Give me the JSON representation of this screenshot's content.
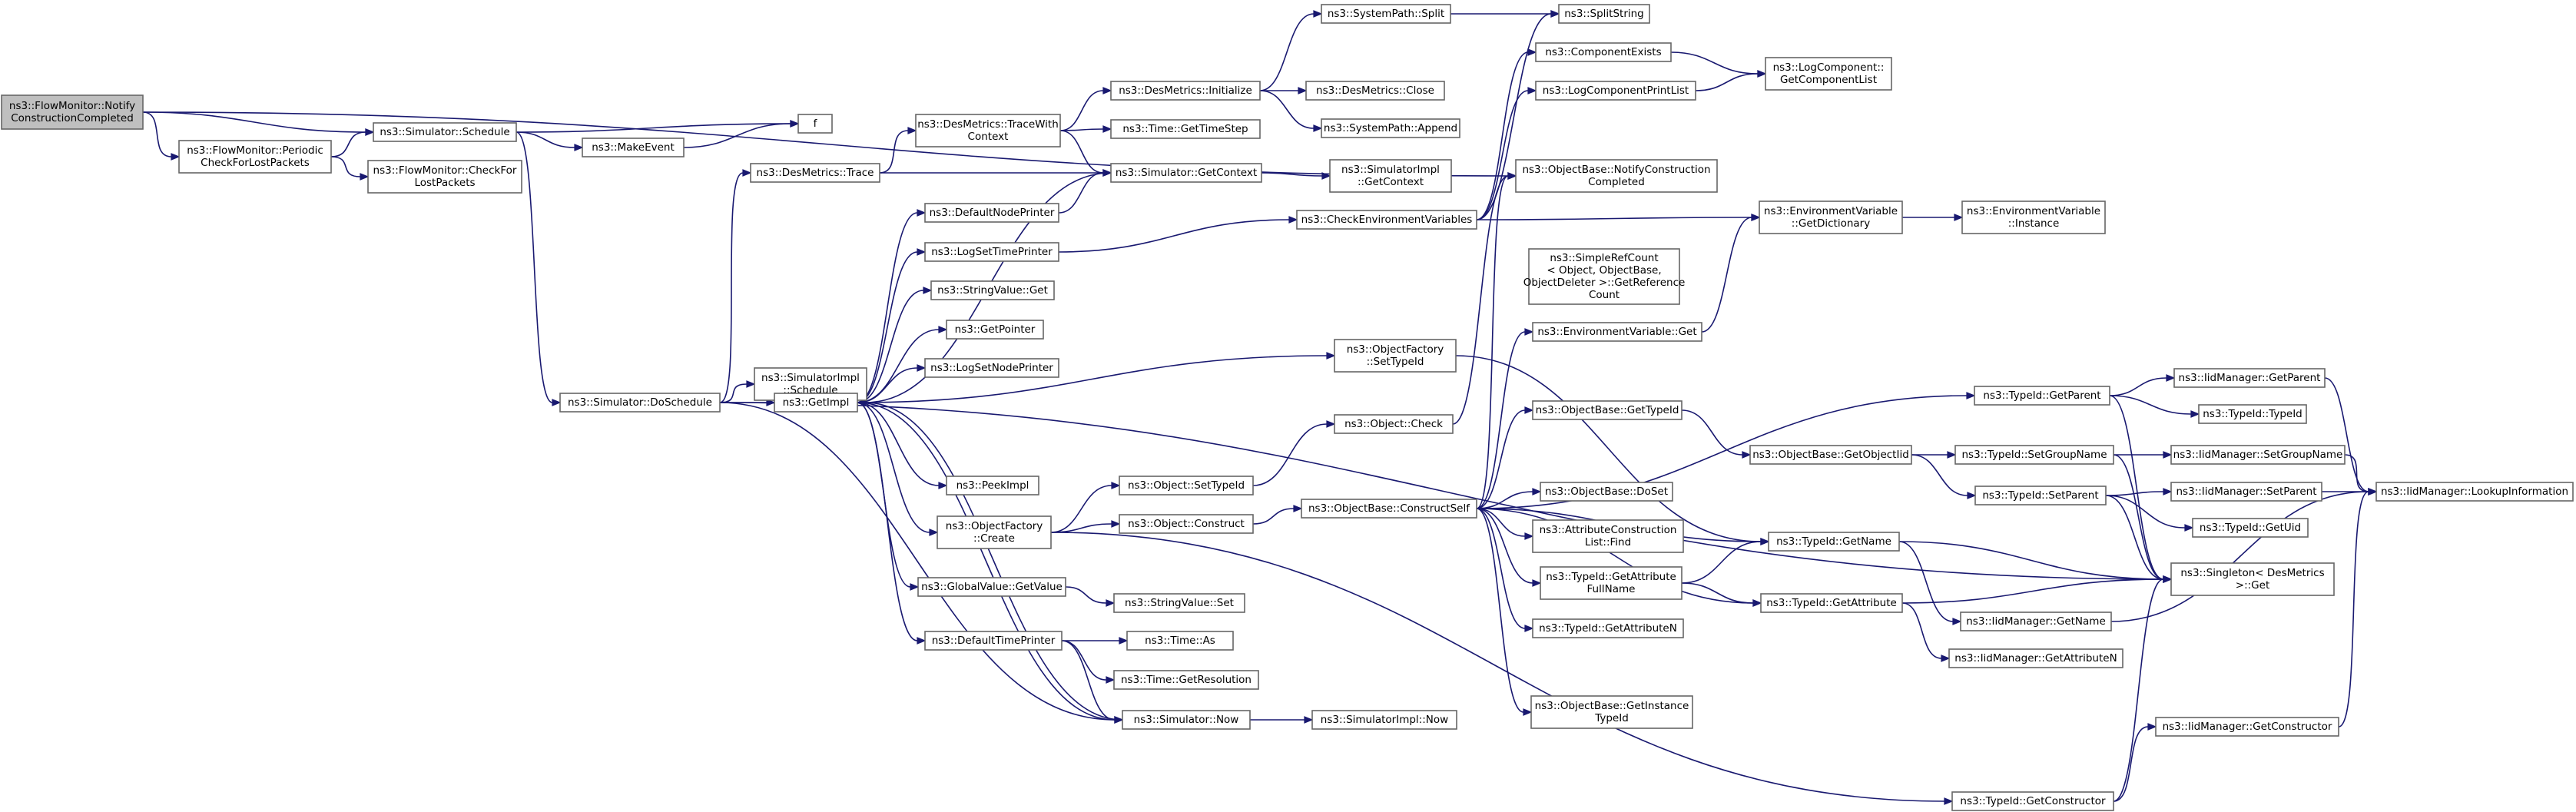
{
  "graph": {
    "edge_color": "#191970",
    "node_border_color": "#666666",
    "root_fill_color": "#bfbfbf",
    "nodes": [
      {
        "id": "n_root",
        "lines": [
          "ns3::FlowMonitor::Notify",
          "ConstructionCompleted"
        ]
      },
      {
        "id": "n_periodic",
        "lines": [
          "ns3::FlowMonitor::Periodic",
          "CheckForLostPackets"
        ]
      },
      {
        "id": "n_schedule",
        "lines": [
          "ns3::Simulator::Schedule"
        ]
      },
      {
        "id": "n_checkfor",
        "lines": [
          "ns3::FlowMonitor::CheckFor",
          "LostPackets"
        ]
      },
      {
        "id": "n_f",
        "lines": [
          "f"
        ]
      },
      {
        "id": "n_makeevent",
        "lines": [
          "ns3::MakeEvent"
        ]
      },
      {
        "id": "n_doschedule",
        "lines": [
          "ns3::Simulator::DoSchedule"
        ]
      },
      {
        "id": "n_trace",
        "lines": [
          "ns3::DesMetrics::Trace"
        ]
      },
      {
        "id": "n_tracewith",
        "lines": [
          "ns3::DesMetrics::TraceWith",
          "Context"
        ]
      },
      {
        "id": "n_init",
        "lines": [
          "ns3::DesMetrics::Initialize"
        ]
      },
      {
        "id": "n_gettimestep",
        "lines": [
          "ns3::Time::GetTimeStep"
        ]
      },
      {
        "id": "n_getcontext",
        "lines": [
          "ns3::Simulator::GetContext"
        ]
      },
      {
        "id": "n_split",
        "lines": [
          "ns3::SystemPath::Split"
        ]
      },
      {
        "id": "n_close",
        "lines": [
          "ns3::DesMetrics::Close"
        ]
      },
      {
        "id": "n_append",
        "lines": [
          "ns3::SystemPath::Append"
        ]
      },
      {
        "id": "n_simimplgetcontext",
        "lines": [
          "ns3::SimulatorImpl",
          "::GetContext"
        ]
      },
      {
        "id": "n_splitstring",
        "lines": [
          "ns3::SplitString"
        ]
      },
      {
        "id": "n_compexists",
        "lines": [
          "ns3::ComponentExists"
        ]
      },
      {
        "id": "n_logcompprint",
        "lines": [
          "ns3::LogComponentPrintList"
        ]
      },
      {
        "id": "n_getcomplist",
        "lines": [
          "ns3::LogComponent::",
          "GetComponentList"
        ]
      },
      {
        "id": "n_notifyconst",
        "lines": [
          "ns3::ObjectBase::NotifyConstruction",
          "Completed"
        ]
      },
      {
        "id": "n_checkenv",
        "lines": [
          "ns3::CheckEnvironmentVariables"
        ]
      },
      {
        "id": "n_envgetdict",
        "lines": [
          "ns3::EnvironmentVariable",
          "::GetDictionary"
        ]
      },
      {
        "id": "n_envinstance",
        "lines": [
          "ns3::EnvironmentVariable",
          "::Instance"
        ]
      },
      {
        "id": "n_defnodeprinter",
        "lines": [
          "ns3::DefaultNodePrinter"
        ]
      },
      {
        "id": "n_logsettimeprinter",
        "lines": [
          "ns3::LogSetTimePrinter"
        ]
      },
      {
        "id": "n_stringvalueget",
        "lines": [
          "ns3::StringValue::Get"
        ]
      },
      {
        "id": "n_getpointer",
        "lines": [
          "ns3::GetPointer"
        ]
      },
      {
        "id": "n_logsetnodeprinter",
        "lines": [
          "ns3::LogSetNodePrinter"
        ]
      },
      {
        "id": "n_simimplschedule",
        "lines": [
          "ns3::SimulatorImpl",
          "::Schedule"
        ]
      },
      {
        "id": "n_getimpl",
        "lines": [
          "ns3::GetImpl"
        ]
      },
      {
        "id": "n_peekimpl",
        "lines": [
          "ns3::PeekImpl"
        ]
      },
      {
        "id": "n_objfactorycreate",
        "lines": [
          "ns3::ObjectFactory",
          "::Create"
        ]
      },
      {
        "id": "n_globalvalueget",
        "lines": [
          "ns3::GlobalValue::GetValue"
        ]
      },
      {
        "id": "n_stringvalueset",
        "lines": [
          "ns3::StringValue::Set"
        ]
      },
      {
        "id": "n_deftimeprinter",
        "lines": [
          "ns3::DefaultTimePrinter"
        ]
      },
      {
        "id": "n_timeas",
        "lines": [
          "ns3::Time::As"
        ]
      },
      {
        "id": "n_getresolution",
        "lines": [
          "ns3::Time::GetResolution"
        ]
      },
      {
        "id": "n_simnow",
        "lines": [
          "ns3::Simulator::Now"
        ]
      },
      {
        "id": "n_simimplnow",
        "lines": [
          "ns3::SimulatorImpl::Now"
        ]
      },
      {
        "id": "n_objsettypeid",
        "lines": [
          "ns3::Object::SetTypeId"
        ]
      },
      {
        "id": "n_objconstruct",
        "lines": [
          "ns3::Object::Construct"
        ]
      },
      {
        "id": "n_objcheck",
        "lines": [
          "ns3::Object::Check"
        ]
      },
      {
        "id": "n_objfactorysettypeid",
        "lines": [
          "ns3::ObjectFactory",
          "::SetTypeId"
        ]
      },
      {
        "id": "n_constructself",
        "lines": [
          "ns3::ObjectBase::ConstructSelf"
        ]
      },
      {
        "id": "n_simplerefcount",
        "lines": [
          "ns3::SimpleRefCount",
          "< Object, ObjectBase,",
          "ObjectDeleter >::GetReference",
          "Count"
        ]
      },
      {
        "id": "n_envget",
        "lines": [
          "ns3::EnvironmentVariable::Get"
        ]
      },
      {
        "id": "n_objbasegettypeid",
        "lines": [
          "ns3::ObjectBase::GetTypeId"
        ]
      },
      {
        "id": "n_objbasedoset",
        "lines": [
          "ns3::ObjectBase::DoSet"
        ]
      },
      {
        "id": "n_attrconstfind",
        "lines": [
          "ns3::AttributeConstruction",
          "List::Find"
        ]
      },
      {
        "id": "n_gettypeidattrfull",
        "lines": [
          "ns3::TypeId::GetAttribute",
          "FullName"
        ]
      },
      {
        "id": "n_gettypeidattrn",
        "lines": [
          "ns3::TypeId::GetAttributeN"
        ]
      },
      {
        "id": "n_getinstancetypeid",
        "lines": [
          "ns3::ObjectBase::GetInstance",
          "TypeId"
        ]
      },
      {
        "id": "n_getobjectiid",
        "lines": [
          "ns3::ObjectBase::GetObjectIid"
        ]
      },
      {
        "id": "n_typeidgetname",
        "lines": [
          "ns3::TypeId::GetName"
        ]
      },
      {
        "id": "n_typeidgetattr",
        "lines": [
          "ns3::TypeId::GetAttribute"
        ]
      },
      {
        "id": "n_typeidgetparent",
        "lines": [
          "ns3::TypeId::GetParent"
        ]
      },
      {
        "id": "n_typeidsetgroupname",
        "lines": [
          "ns3::TypeId::SetGroupName"
        ]
      },
      {
        "id": "n_typeidsetparent",
        "lines": [
          "ns3::TypeId::SetParent"
        ]
      },
      {
        "id": "n_typeidgetconstructor",
        "lines": [
          "ns3::TypeId::GetConstructor"
        ]
      },
      {
        "id": "n_iidgetparent",
        "lines": [
          "ns3::IidManager::GetParent"
        ]
      },
      {
        "id": "n_typeidtypeid",
        "lines": [
          "ns3::TypeId::TypeId"
        ]
      },
      {
        "id": "n_iidsetgroupname",
        "lines": [
          "ns3::IidManager::SetGroupName"
        ]
      },
      {
        "id": "n_iidsetparent",
        "lines": [
          "ns3::IidManager::SetParent"
        ]
      },
      {
        "id": "n_typeidgetuid",
        "lines": [
          "ns3::TypeId::GetUid"
        ]
      },
      {
        "id": "n_iidgetname",
        "lines": [
          "ns3::IidManager::GetName"
        ]
      },
      {
        "id": "n_iidgetattrn",
        "lines": [
          "ns3::IidManager::GetAttributeN"
        ]
      },
      {
        "id": "n_iidgetconstructor",
        "lines": [
          "ns3::IidManager::GetConstructor"
        ]
      },
      {
        "id": "n_singletonget",
        "lines": [
          "ns3::Singleton< DesMetrics",
          " >::Get"
        ]
      },
      {
        "id": "n_iidlookup",
        "lines": [
          "ns3::IidManager::LookupInformation"
        ]
      }
    ],
    "edges": [
      [
        "n_root",
        "n_schedule"
      ],
      [
        "n_root",
        "n_periodic"
      ],
      [
        "n_root",
        "n_notifyconst"
      ],
      [
        "n_periodic",
        "n_schedule"
      ],
      [
        "n_periodic",
        "n_checkfor"
      ],
      [
        "n_schedule",
        "n_f"
      ],
      [
        "n_schedule",
        "n_makeevent"
      ],
      [
        "n_schedule",
        "n_doschedule"
      ],
      [
        "n_makeevent",
        "n_f"
      ],
      [
        "n_doschedule",
        "n_trace"
      ],
      [
        "n_doschedule",
        "n_simimplschedule"
      ],
      [
        "n_doschedule",
        "n_getimpl"
      ],
      [
        "n_doschedule",
        "n_simnow"
      ],
      [
        "n_doschedule",
        "n_singletonget"
      ],
      [
        "n_trace",
        "n_tracewith"
      ],
      [
        "n_trace",
        "n_getcontext"
      ],
      [
        "n_tracewith",
        "n_init"
      ],
      [
        "n_tracewith",
        "n_gettimestep"
      ],
      [
        "n_tracewith",
        "n_getcontext"
      ],
      [
        "n_init",
        "n_split"
      ],
      [
        "n_init",
        "n_close"
      ],
      [
        "n_init",
        "n_append"
      ],
      [
        "n_split",
        "n_splitstring"
      ],
      [
        "n_getcontext",
        "n_simimplgetcontext"
      ],
      [
        "n_getcontext",
        "n_getimpl"
      ],
      [
        "n_compexists",
        "n_getcomplist"
      ],
      [
        "n_logcompprint",
        "n_getcomplist"
      ],
      [
        "n_checkenv",
        "n_splitstring"
      ],
      [
        "n_checkenv",
        "n_compexists"
      ],
      [
        "n_checkenv",
        "n_logcompprint"
      ],
      [
        "n_checkenv",
        "n_envgetdict"
      ],
      [
        "n_envgetdict",
        "n_envinstance"
      ],
      [
        "n_getimpl",
        "n_defnodeprinter"
      ],
      [
        "n_getimpl",
        "n_logsettimeprinter"
      ],
      [
        "n_getimpl",
        "n_stringvalueget"
      ],
      [
        "n_getimpl",
        "n_getpointer"
      ],
      [
        "n_getimpl",
        "n_logsetnodeprinter"
      ],
      [
        "n_getimpl",
        "n_objfactorysettypeid"
      ],
      [
        "n_getimpl",
        "n_peekimpl"
      ],
      [
        "n_getimpl",
        "n_objfactorycreate"
      ],
      [
        "n_getimpl",
        "n_globalvalueget"
      ],
      [
        "n_getimpl",
        "n_deftimeprinter"
      ],
      [
        "n_getimpl",
        "n_simnow"
      ],
      [
        "n_defnodeprinter",
        "n_getcontext"
      ],
      [
        "n_logsettimeprinter",
        "n_checkenv"
      ],
      [
        "n_objfactorycreate",
        "n_objsettypeid"
      ],
      [
        "n_objfactorycreate",
        "n_objconstruct"
      ],
      [
        "n_objfactorycreate",
        "n_typeidgetconstructor"
      ],
      [
        "n_globalvalueget",
        "n_stringvalueset"
      ],
      [
        "n_deftimeprinter",
        "n_timeas"
      ],
      [
        "n_deftimeprinter",
        "n_getresolution"
      ],
      [
        "n_deftimeprinter",
        "n_simnow"
      ],
      [
        "n_simnow",
        "n_simimplnow"
      ],
      [
        "n_simnow",
        "n_getimpl"
      ],
      [
        "n_objsettypeid",
        "n_objcheck"
      ],
      [
        "n_objcheck",
        "n_notifyconst"
      ],
      [
        "n_objconstruct",
        "n_constructself"
      ],
      [
        "n_objfactorysettypeid",
        "n_typeidgetname"
      ],
      [
        "n_constructself",
        "n_notifyconst"
      ],
      [
        "n_constructself",
        "n_envget"
      ],
      [
        "n_constructself",
        "n_objbasegettypeid"
      ],
      [
        "n_constructself",
        "n_objbasedoset"
      ],
      [
        "n_constructself",
        "n_attrconstfind"
      ],
      [
        "n_constructself",
        "n_gettypeidattrfull"
      ],
      [
        "n_constructself",
        "n_gettypeidattrn"
      ],
      [
        "n_constructself",
        "n_getinstancetypeid"
      ],
      [
        "n_constructself",
        "n_typeidgetname"
      ],
      [
        "n_constructself",
        "n_typeidgetattr"
      ],
      [
        "n_constructself",
        "n_typeidgetparent"
      ],
      [
        "n_envget",
        "n_envgetdict"
      ],
      [
        "n_objbasegettypeid",
        "n_getobjectiid"
      ],
      [
        "n_getobjectiid",
        "n_typeidsetgroupname"
      ],
      [
        "n_getobjectiid",
        "n_typeidsetparent"
      ],
      [
        "n_gettypeidattrfull",
        "n_typeidgetname"
      ],
      [
        "n_gettypeidattrfull",
        "n_typeidgetattr"
      ],
      [
        "n_typeidgetname",
        "n_singletonget"
      ],
      [
        "n_typeidgetname",
        "n_iidgetname"
      ],
      [
        "n_typeidgetattr",
        "n_singletonget"
      ],
      [
        "n_typeidgetattr",
        "n_iidgetattrn"
      ],
      [
        "n_typeidgetparent",
        "n_iidgetparent"
      ],
      [
        "n_typeidgetparent",
        "n_typeidtypeid"
      ],
      [
        "n_typeidgetparent",
        "n_singletonget"
      ],
      [
        "n_typeidsetgroupname",
        "n_iidsetgroupname"
      ],
      [
        "n_typeidsetgroupname",
        "n_singletonget"
      ],
      [
        "n_typeidsetparent",
        "n_iidsetparent"
      ],
      [
        "n_typeidsetparent",
        "n_typeidgetuid"
      ],
      [
        "n_typeidsetparent",
        "n_singletonget"
      ],
      [
        "n_typeidgetconstructor",
        "n_iidgetconstructor"
      ],
      [
        "n_typeidgetconstructor",
        "n_singletonget"
      ],
      [
        "n_iidgetparent",
        "n_iidlookup"
      ],
      [
        "n_iidsetgroupname",
        "n_iidlookup"
      ],
      [
        "n_iidsetparent",
        "n_iidlookup"
      ],
      [
        "n_iidgetname",
        "n_iidlookup"
      ],
      [
        "n_iidgetconstructor",
        "n_iidlookup"
      ]
    ]
  }
}
